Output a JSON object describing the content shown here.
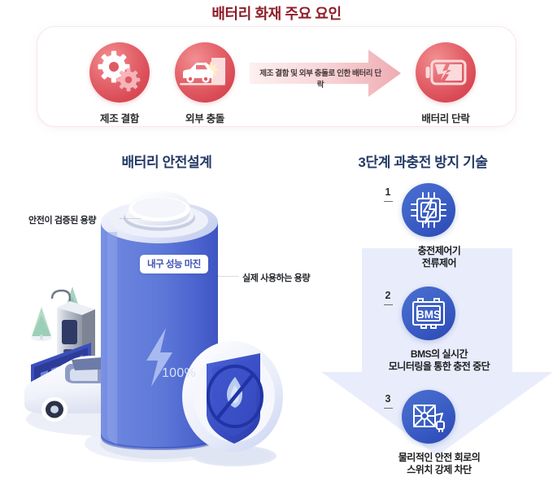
{
  "top": {
    "title": "배터리 화재 주요 요인",
    "causes": [
      {
        "label": "제조 결함",
        "icon": "gears-icon"
      },
      {
        "label": "외부 충돌",
        "icon": "car-crash-icon"
      }
    ],
    "result": {
      "label": "배터리 단락",
      "icon": "broken-battery-icon"
    },
    "arrow_text": "제조 결함 및 외부 충돌로 인한 배터리 단락"
  },
  "left": {
    "heading": "배터리 안전설계",
    "callout_top": "안전이 검증된 용량",
    "callout_right": "실제 사용하는 용량",
    "margin_badge": "내구 성능 마진",
    "battery_percent": "100%",
    "icons": {
      "bolt": "lightning-bolt-icon",
      "shield": "fire-prevention-shield-icon",
      "car": "electric-car-icon",
      "charger": "charging-station-icon",
      "trees": "pine-trees-icon"
    }
  },
  "right": {
    "heading": "3단계 과충전 방지 기술",
    "steps": [
      {
        "number": "1",
        "icon": "charge-controller-chip-icon",
        "line1": "충전제어기",
        "line2": "전류제어"
      },
      {
        "number": "2",
        "icon": "bms-battery-icon",
        "line1": "BMS의 실시간",
        "line2": "모니터링을 통한 충전 중단"
      },
      {
        "number": "3",
        "icon": "safety-circuit-switch-icon",
        "line1": "물리적인 안전 회로의",
        "line2": "스위치 강제 차단"
      }
    ]
  },
  "colors": {
    "title_red": "#8e1e28",
    "heading_navy": "#243a66",
    "cause_circle": "#d94a55",
    "arrow_pink": "#f0b8bd",
    "step_blue": "#3455bf",
    "battery_blue": "#5069d4",
    "down_arrow": "#e7ecfb"
  }
}
